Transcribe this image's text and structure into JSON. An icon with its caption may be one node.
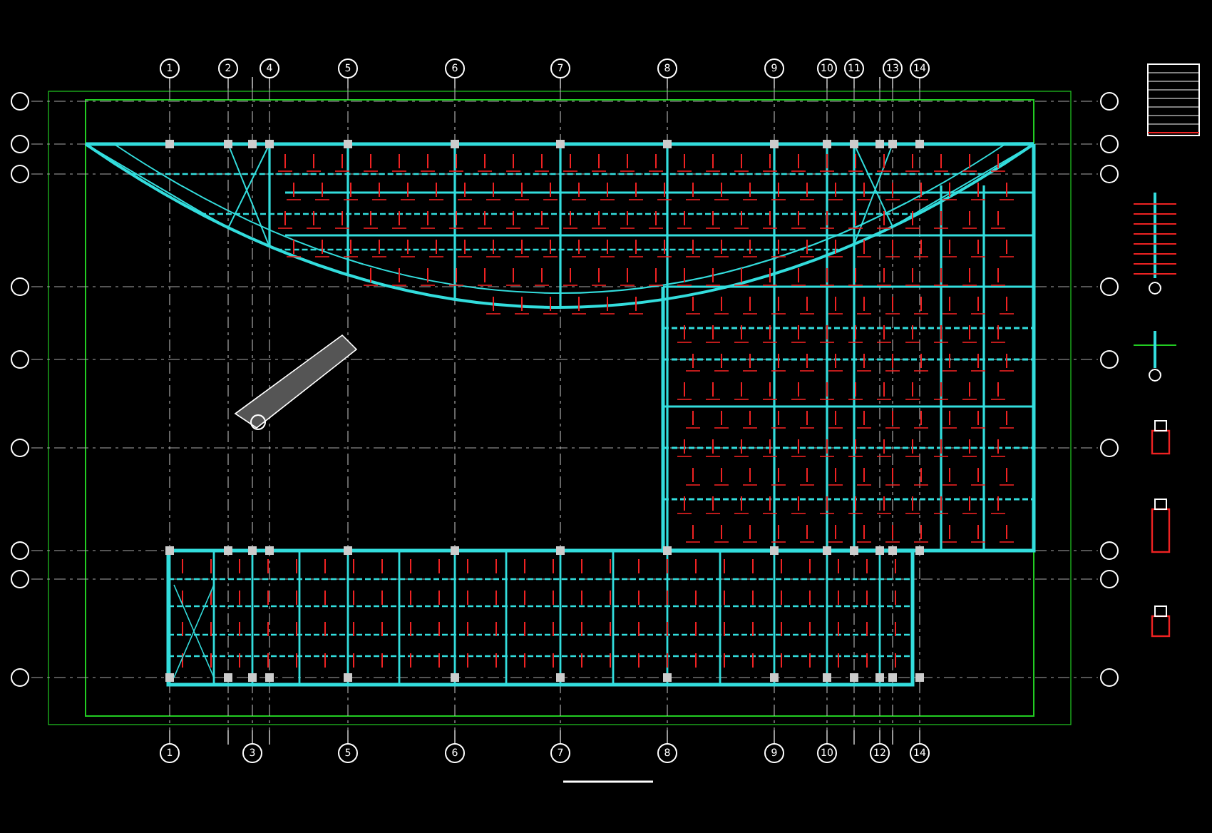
{
  "diagram": {
    "labels": [
      "1",
      "2",
      "4",
      "5",
      "6",
      "7",
      "8",
      "9",
      "10",
      "11",
      "13",
      "14",
      "1",
      "3",
      "5",
      "6",
      "7",
      "8",
      "9",
      "10",
      "12",
      "14"
    ]
  }
}
